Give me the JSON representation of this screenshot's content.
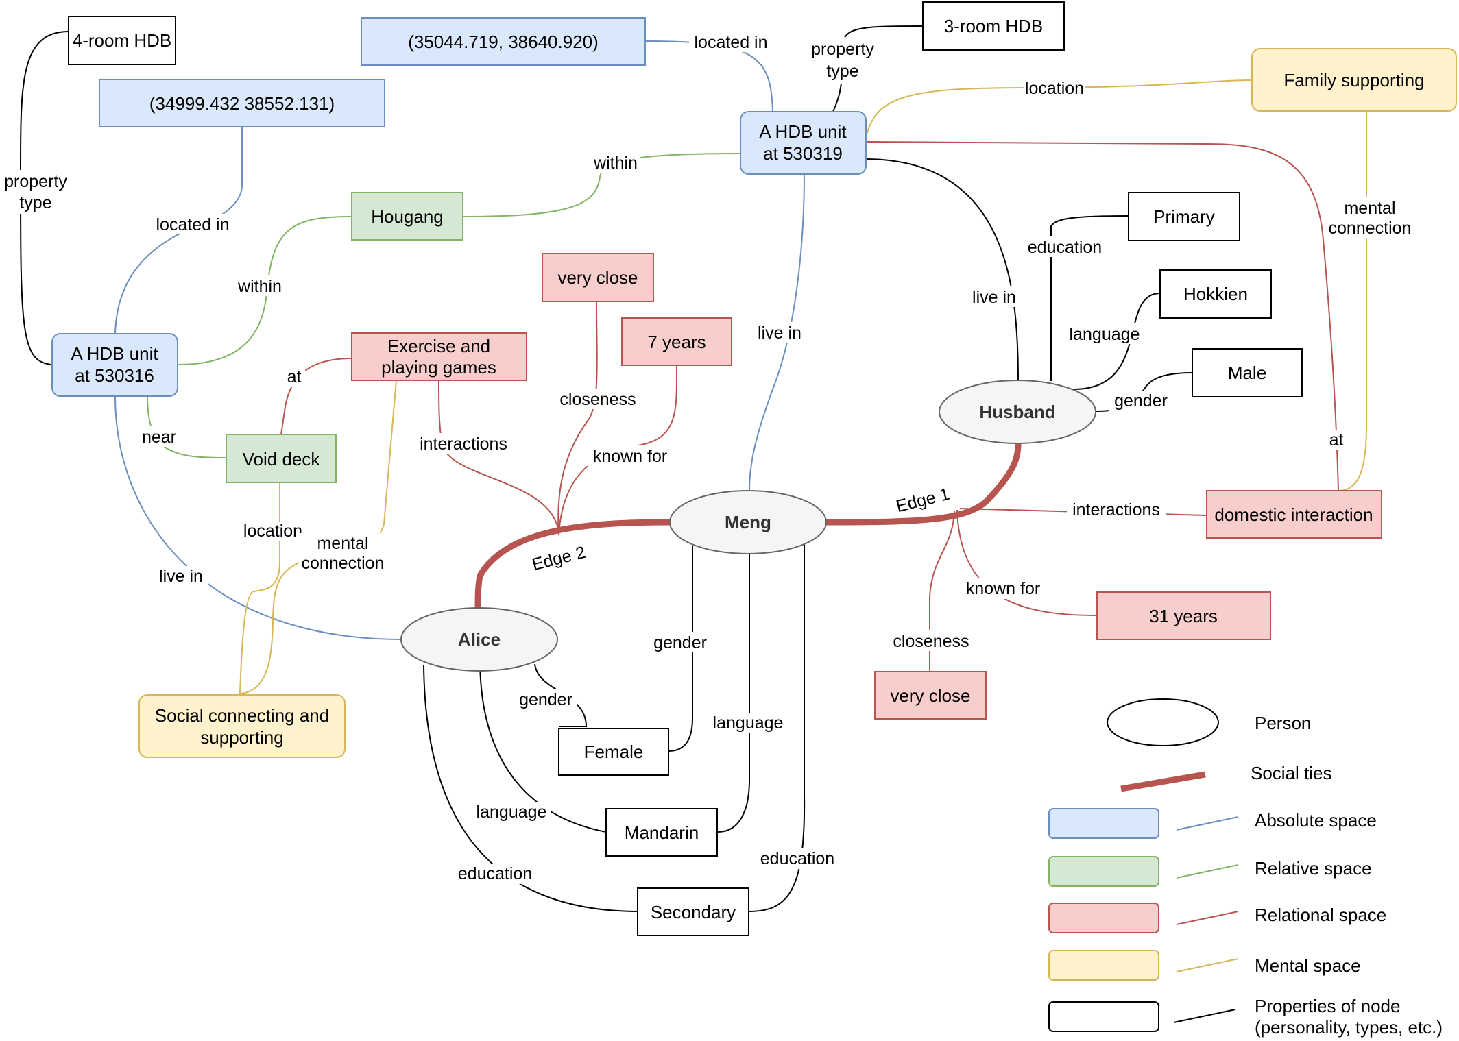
{
  "colors": {
    "absolute_fill": "#dae8fc",
    "absolute_stroke": "#6c8ebf",
    "relative_fill": "#d5e8d4",
    "relative_stroke": "#82b366",
    "relational_fill": "#f8cecc",
    "relational_stroke": "#b85450",
    "mental_fill": "#fff2cc",
    "mental_stroke": "#d6b656",
    "property_stroke": "#000000",
    "person_fill": "#f5f5f5",
    "person_stroke": "#666666",
    "social_tie": "#b85450"
  },
  "nodes": {
    "four_room": "4-room HDB",
    "coord_1": "(35044.719, 38640.920)",
    "three_room": "3-room HDB",
    "family_supporting": "Family supporting",
    "coord_2": "(34999.432 38552.131)",
    "hdb_530319": [
      "A HDB unit",
      "at 530319"
    ],
    "hougang": "Hougang",
    "primary": "Primary",
    "very_close_1": "very close",
    "hokkien": "Hokkien",
    "seven_years": "7 years",
    "hdb_530316": [
      "A HDB unit",
      "at 530316"
    ],
    "exercise": [
      "Exercise and",
      "playing games"
    ],
    "male": "Male",
    "husband": "Husband",
    "void_deck": "Void deck",
    "meng": "Meng",
    "domestic_interaction": "domestic interaction",
    "thirty_one_years": "31 years",
    "alice": "Alice",
    "social_connecting": [
      "Social connecting and",
      "supporting"
    ],
    "very_close_2": "very close",
    "female": "Female",
    "mandarin": "Mandarin",
    "secondary": "Secondary"
  },
  "edges": {
    "property_type_1": [
      "property",
      "type"
    ],
    "located_in_1": "located in",
    "property_type_2": [
      "property",
      "type"
    ],
    "location_1": "location",
    "located_in_2": "located in",
    "within_1": "within",
    "within_2": "within",
    "education_1": "education",
    "mental_connection_1": [
      "mental",
      "connection"
    ],
    "live_in_1": "live in",
    "live_in_2": "live in",
    "language_1": "language",
    "closeness_1": "closeness",
    "at_1": "at",
    "gender_1": "gender",
    "near": "near",
    "interactions_1": "interactions",
    "known_for_1": "known for",
    "at_2": "at",
    "edge_1": "Edge 1",
    "interactions_2": "interactions",
    "location_2": "location",
    "mental_connection_2": [
      "mental",
      "connection"
    ],
    "live_in_3": "live in",
    "edge_2": "Edge 2",
    "known_for_2": "known for",
    "gender_2": "gender",
    "closeness_2": "closeness",
    "gender_3": "gender",
    "language_2": "language",
    "language_3": "language",
    "education_2": "education",
    "education_3": "education"
  },
  "legend": {
    "person": "Person",
    "social_ties": "Social ties",
    "absolute": "Absolute space",
    "relative": "Relative space",
    "relational": "Relational space",
    "mental": "Mental space",
    "properties": [
      "Properties of node",
      "(personality, types, etc.)"
    ]
  }
}
